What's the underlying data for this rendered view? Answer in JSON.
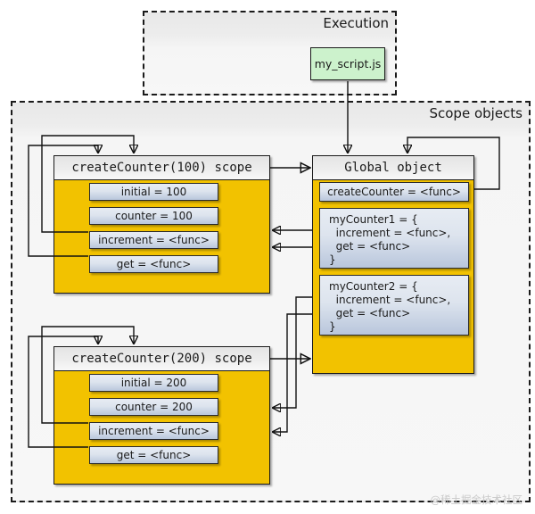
{
  "diagram": {
    "title_execution": "Execution",
    "title_scope": "Scope objects",
    "watermark": "@稀土掘金技术社区"
  },
  "script_node": {
    "label": "my_script.js"
  },
  "global_object": {
    "header": "Global object",
    "slots": [
      {
        "label": "createCounter = <func>"
      },
      {
        "label": "myCounter1 = {\n  increment = <func>,\n  get = <func>\n}"
      },
      {
        "label": "myCounter2 = {\n  increment = <func>,\n  get = <func>\n}"
      }
    ]
  },
  "scopes": [
    {
      "header": "createCounter(100) scope",
      "slots": [
        {
          "label": "initial = 100"
        },
        {
          "label": "counter = 100"
        },
        {
          "label": "increment = <func>"
        },
        {
          "label": "get = <func>"
        }
      ]
    },
    {
      "header": "createCounter(200) scope",
      "slots": [
        {
          "label": "initial = 200"
        },
        {
          "label": "counter = 200"
        },
        {
          "label": "increment = <func>"
        },
        {
          "label": "get = <func>"
        }
      ]
    }
  ],
  "colors": {
    "scope_fill": "#f2c200",
    "slot_fill": "#dde4ee",
    "script_fill": "#ccf2cc",
    "header_fill": "#ededed",
    "stroke": "#1a1a1a"
  }
}
